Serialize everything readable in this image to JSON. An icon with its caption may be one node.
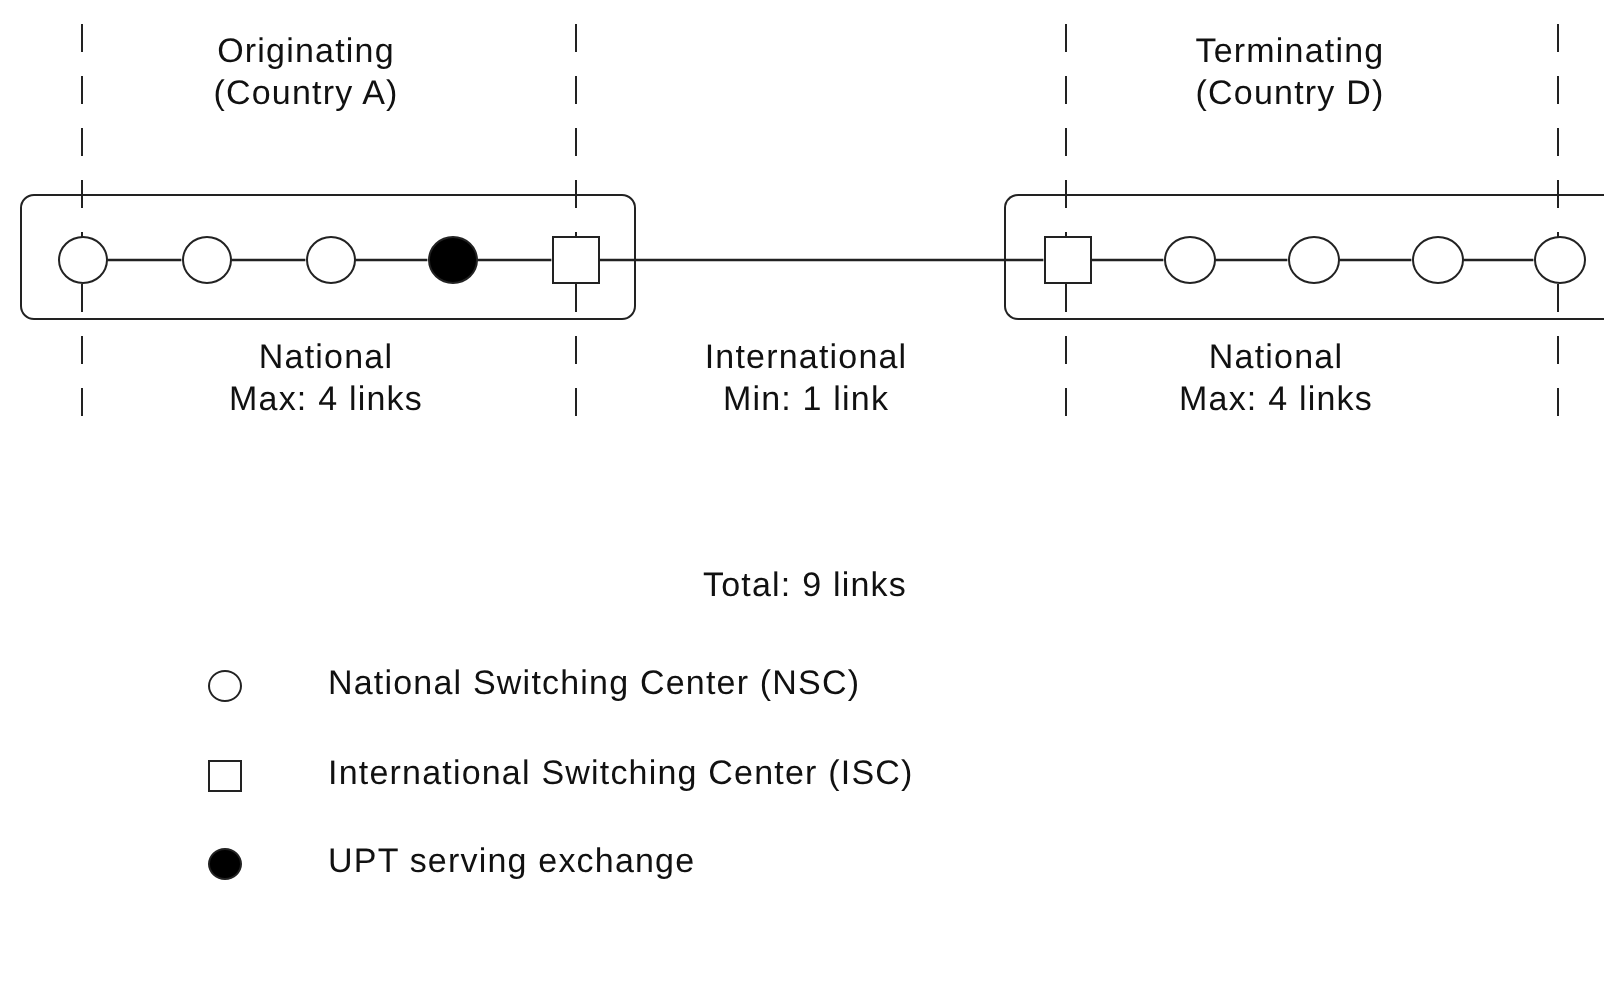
{
  "diagram": {
    "nodes": [
      {
        "text": [],
        "shape": "box"
      },
      {
        "text": [],
        "shape": "circle",
        "in": 0
      },
      {
        "text": [],
        "shape": "circle",
        "in": 0
      },
      {
        "text": [],
        "shape": "circle",
        "in": 0
      },
      {
        "text": [],
        "shape": "circle",
        "in": 0
      },
      {
        "text": [],
        "shape": "box",
        "in": 0
      },
      {
        "text": [],
        "shape": "box"
      },
      {
        "text": [],
        "shape": "box",
        "in": 6
      },
      {
        "text": [],
        "shape": "circle",
        "in": 6
      },
      {
        "text": [],
        "shape": "circle",
        "in": 6
      },
      {
        "text": [],
        "shape": "circle",
        "in": 6
      },
      {
        "text": [],
        "shape": "circle",
        "in": 6
      }
    ],
    "edges": [
      {
        "from": 1,
        "to": 2,
        "arrow": "none"
      },
      {
        "from": 2,
        "to": 3,
        "arrow": "none"
      },
      {
        "from": 3,
        "to": 4,
        "arrow": "none"
      },
      {
        "from": 4,
        "to": 5,
        "arrow": "none"
      },
      {
        "from": 5,
        "to": 7,
        "arrow": "none"
      },
      {
        "from": 7,
        "to": 8,
        "arrow": "none"
      },
      {
        "from": 8,
        "to": 9,
        "arrow": "none"
      },
      {
        "from": 9,
        "to": 10,
        "arrow": "none"
      },
      {
        "from": 10,
        "to": 11,
        "arrow": "none"
      }
    ],
    "labels": [
      "Originating (Country A)",
      "Terminating (Country D)",
      "National Max: 4 links",
      "International Min: 1 link",
      "National Max: 4 links",
      "Total: 9 links"
    ],
    "legend": [
      {
        "text": "National Switching Center (NSC)"
      },
      {
        "text": "International Switching Center (ISC)"
      },
      {
        "text": "UPT serving exchange"
      }
    ]
  }
}
